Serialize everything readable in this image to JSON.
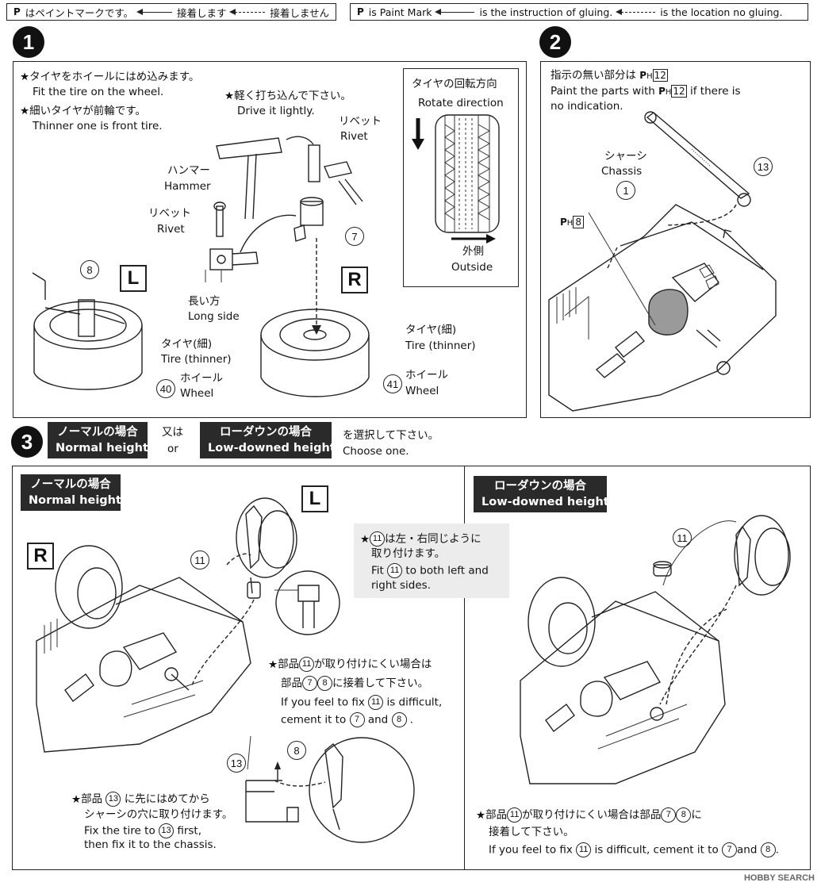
{
  "legend_jp": {
    "paint_mark": "はペイントマークです。",
    "glue": "接着します",
    "no_glue": "接着しません"
  },
  "legend_en": {
    "paint_mark": "is Paint Mark",
    "glue": "is the instruction of gluing.",
    "no_glue": "is the location no gluing."
  },
  "step1": {
    "number": "1",
    "note1_jp": "タイヤをホイールにはめ込みます。",
    "note1_en": "Fit the tire on the wheel.",
    "note2_jp": "細いタイヤが前輪です。",
    "note2_en": "Thinner one is front tire.",
    "drive_jp": "軽く打ち込んで下さい。",
    "drive_en": "Drive it lightly.",
    "rivet_top_jp": "リベット",
    "rivet_top_en": "Rivet",
    "hammer_jp": "ハンマー",
    "hammer_en": "Hammer",
    "rivet_left_jp": "リベット",
    "rivet_left_en": "Rivet",
    "long_side_jp": "長い方",
    "long_side_en": "Long side",
    "tire_l_jp": "タイヤ(細)",
    "tire_l_en": "Tire (thinner)",
    "wheel_l_jp": "ホイール",
    "wheel_l_en": "Wheel",
    "tire_r_jp": "タイヤ(細)",
    "tire_r_en": "Tire (thinner)",
    "wheel_r_jp": "ホイール",
    "wheel_r_en": "Wheel",
    "rotate_jp": "タイヤの回転方向",
    "rotate_en": "Rotate direction",
    "outside_jp": "外側",
    "outside_en": "Outside",
    "label_L": "L",
    "label_R": "R",
    "part_8": "8",
    "part_7": "7",
    "part_40": "40",
    "part_41": "41"
  },
  "step2": {
    "number": "2",
    "note_jp_a": "指示の無い部分は",
    "note_en_a": "Paint the parts with",
    "note_en_b": "if there is",
    "note_en_c": "no indication.",
    "paint_code": "H",
    "paint_num": "12",
    "chassis_jp": "シャーシ",
    "chassis_en": "Chassis",
    "part_1": "1",
    "part_13": "13",
    "paint_8": "8"
  },
  "step3": {
    "number": "3",
    "normal_jp": "ノーマルの場合",
    "normal_en": "Normal height",
    "or_jp": "又は",
    "or_en": "or",
    "low_jp": "ローダウンの場合",
    "low_en": "Low-downed height",
    "choose_jp": "を選択して下さい。",
    "choose_en": "Choose one.",
    "label_L": "L",
    "label_R": "R",
    "part_11": "11",
    "part_13": "13",
    "part_8": "8",
    "part_7": "7",
    "same_jp_a": "は左・右同じように",
    "same_jp_b": "取り付けます。",
    "same_en_a": "Fit",
    "same_en_b": "to both left and",
    "same_en_c": "right sides.",
    "hard_jp_a": "部品",
    "hard_jp_b": "が取り付けにくい場合は",
    "hard_jp_c": "部品",
    "hard_jp_d": "に接着して下さい。",
    "hard_en_a": "If you feel to fix",
    "hard_en_b": "is difficult,",
    "hard_en_c": "cement it to",
    "hard_en_and": "and",
    "first_jp_a": "部品",
    "first_jp_b": "に先にはめてから",
    "first_jp_c": "シャーシの穴に取り付けます。",
    "first_en_a": "Fix the tire to",
    "first_en_b": "first,",
    "first_en_c": "then fix it to the chassis.",
    "low_note_jp_a": "部品",
    "low_note_jp_b": "が取り付けにくい場合は部品",
    "low_note_jp_c": "接着して下さい。",
    "low_note_en_a": "If you feel to fix",
    "low_note_en_b": "is difficult, cement it to",
    "low_note_en_and": "and",
    "low_note_jp_ni": "に"
  },
  "watermark": "HOBBY SEARCH"
}
